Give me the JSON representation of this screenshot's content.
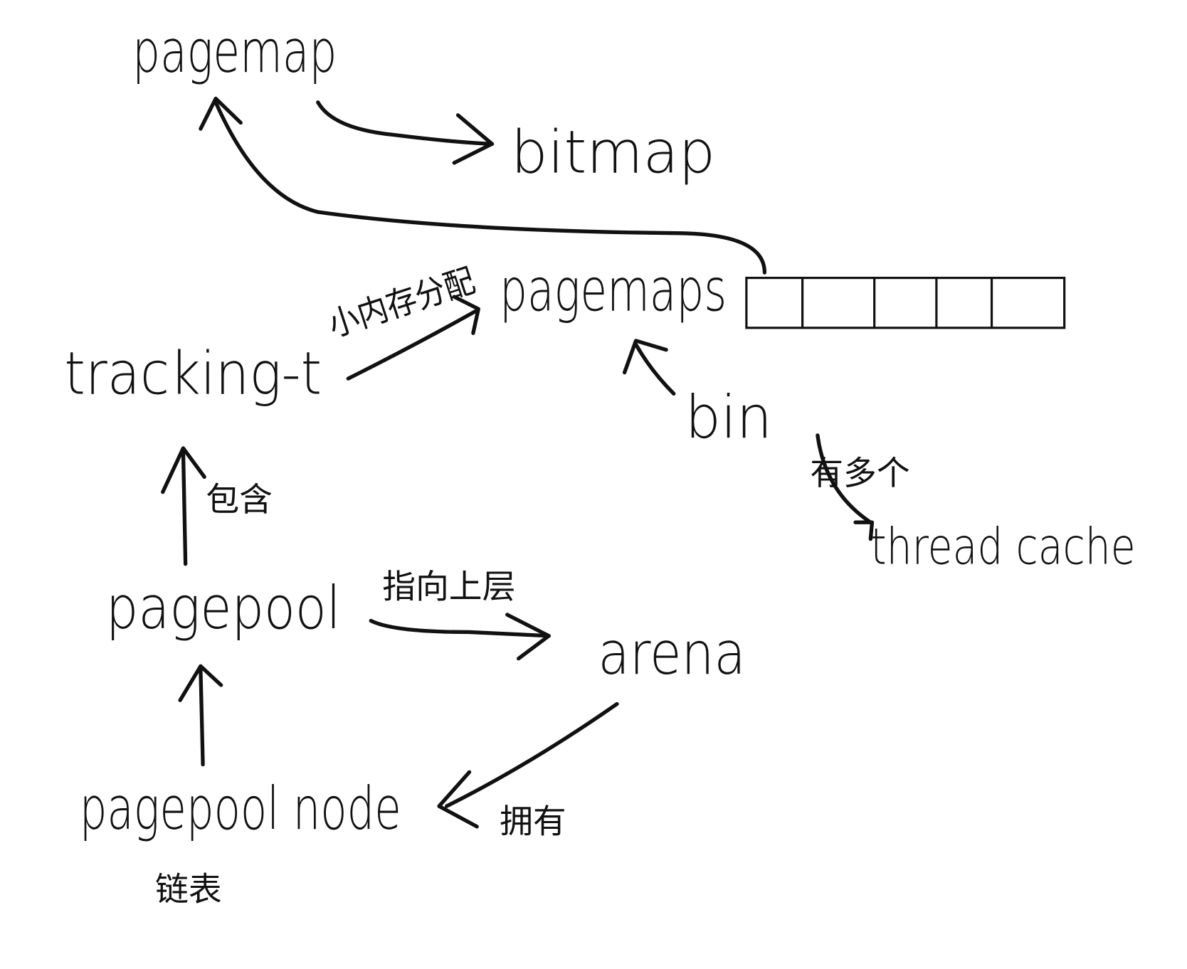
{
  "nodes": {
    "pagemap": "pagemap",
    "bitmap": "bitmap",
    "pagemaps": "pagemaps",
    "tracking_t": "tracking-t",
    "bin": "bin",
    "thread_cache": "thread cache",
    "pagepool": "pagepool",
    "arena": "arena",
    "pagepool_node": "pagepool node"
  },
  "edge_labels": {
    "small_alloc": "小内存分配",
    "has_multiple": "有多个",
    "contains": "包含",
    "points_upper": "指向上层",
    "owns": "拥有",
    "linked_list": "链表"
  },
  "array_cells": 5
}
